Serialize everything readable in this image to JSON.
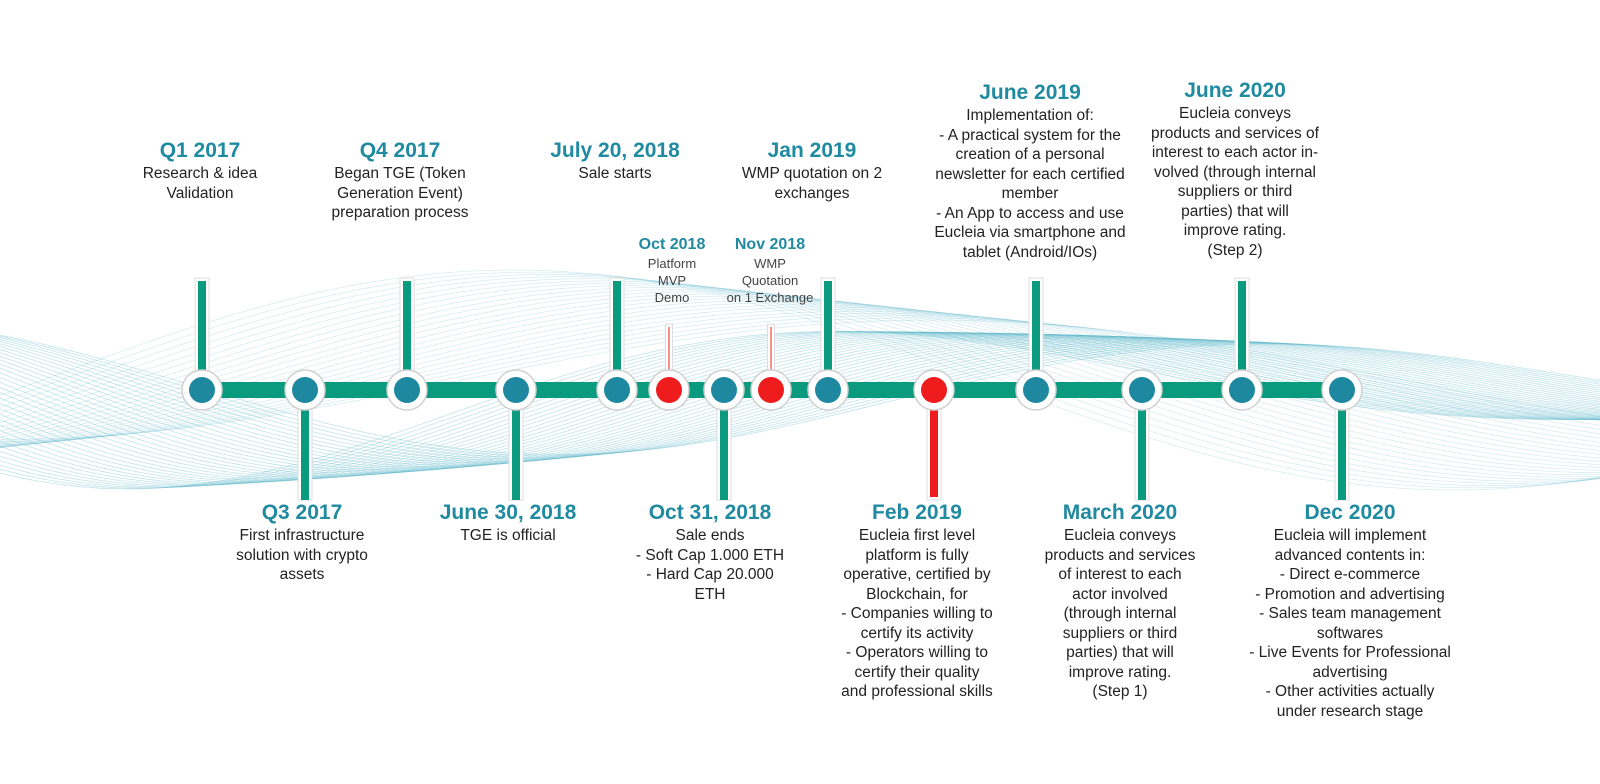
{
  "colors": {
    "accent": "#1f8aa0",
    "timeline_bar": "#0a9a7e",
    "node": "#1e88a0",
    "highlight": "#ee1c1c",
    "wave": "#4fb1c6"
  },
  "milestones": [
    {
      "date": "Q1 2017",
      "desc": "Research & idea\nValidation",
      "status": "main"
    },
    {
      "date": "Q3 2017",
      "desc": "First infrastructure\nsolution with crypto\nassets",
      "status": "main"
    },
    {
      "date": "Q4 2017",
      "desc": "Began TGE (Token\nGeneration Event)\npreparation process",
      "status": "main"
    },
    {
      "date": "June 30, 2018",
      "desc": "TGE is official",
      "status": "main"
    },
    {
      "date": "July 20, 2018",
      "desc": "Sale starts",
      "status": "main"
    },
    {
      "date": "Oct 2018",
      "desc": "Platform\nMVP\nDemo",
      "status": "highlight"
    },
    {
      "date": "Oct 31, 2018",
      "desc": "Sale ends\n- Soft Cap 1.000 ETH\n- Hard Cap 20.000\nETH",
      "status": "main"
    },
    {
      "date": "Nov 2018",
      "desc": "WMP\nQuotation\non 1 Exchange",
      "status": "highlight"
    },
    {
      "date": "Jan 2019",
      "desc": "WMP quotation on 2\nexchanges",
      "status": "main"
    },
    {
      "date": "Feb 2019",
      "desc": "Eucleia first level\nplatform is fully\noperative, certified by\nBlockchain, for\n- Companies willing to\ncertify its activity\n- Operators willing to\ncertify their quality\nand professional skills",
      "status": "highlight"
    },
    {
      "date": "June 2019",
      "desc": "Implementation of:\n- A practical system for the\ncreation of a personal\nnewsletter for each certified\nmember\n- An App to access and use\nEucleia via smartphone and\ntablet (Android/IOs)",
      "status": "main"
    },
    {
      "date": "March 2020",
      "desc": "Eucleia conveys\nproducts and services\nof interest to each\nactor involved\n(through internal\nsuppliers or third\nparties) that will\nimprove rating.\n(Step 1)",
      "status": "main"
    },
    {
      "date": "June 2020",
      "desc": "Eucleia conveys\nproducts and services of\ninterest to each actor in-\nvolved (through internal\nsuppliers or third\nparties) that will\nimprove rating.\n(Step 2)",
      "status": "main"
    },
    {
      "date": "Dec 2020",
      "desc": "Eucleia will implement\nadvanced contents in:\n- Direct e-commerce\n- Promotion and advertising\n- Sales team management\nsoftwares\n- Live Events for Professional\nadvertising\n- Other activities actually\nunder research stage",
      "status": "main"
    }
  ]
}
